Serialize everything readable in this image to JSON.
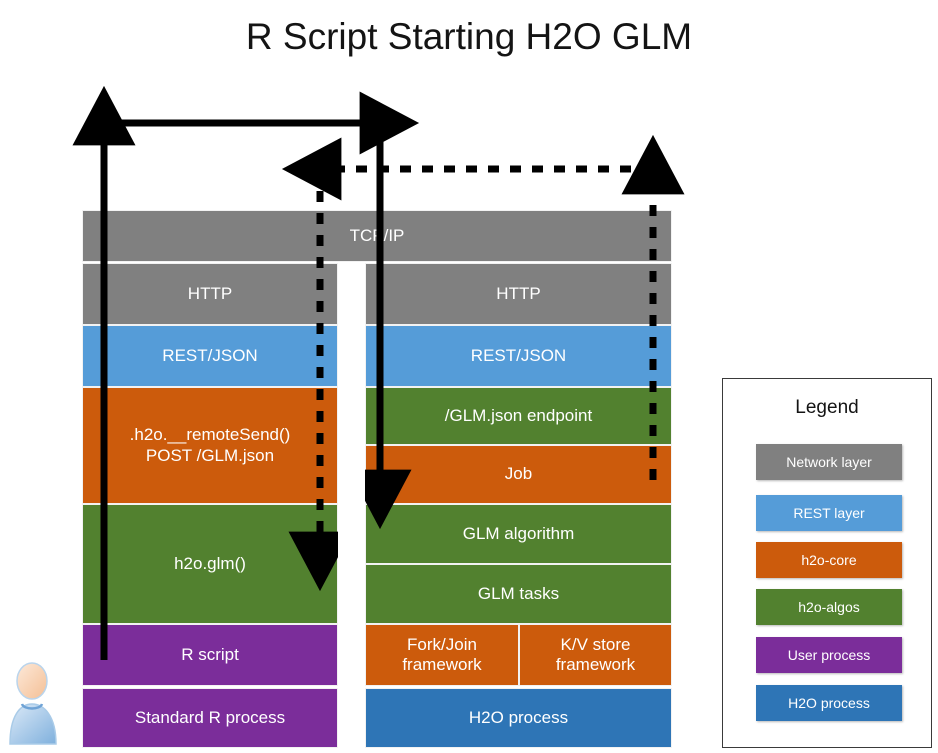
{
  "title": "R Script Starting H2O GLM",
  "left_stack": {
    "name": "Standard R process stack",
    "blocks": [
      {
        "label": "HTTP",
        "color": "#808080",
        "kind": "network-layer"
      },
      {
        "label": "REST/JSON",
        "color": "#559CD8",
        "kind": "rest-layer"
      },
      {
        "label": ".h2o.__remoteSend()\nPOST /GLM.json",
        "color": "#CC5B0C",
        "kind": "h2o-core"
      },
      {
        "label": "h2o.glm()",
        "color": "#52812F",
        "kind": "h2o-algos"
      },
      {
        "label": "R script",
        "color": "#7B2D9A",
        "kind": "user-process"
      },
      {
        "label": "Standard R process",
        "color": "#7B2D9A",
        "kind": "user-process"
      }
    ]
  },
  "right_stack": {
    "name": "H2O process stack",
    "blocks": [
      {
        "label": "HTTP",
        "color": "#808080",
        "kind": "network-layer"
      },
      {
        "label": "REST/JSON",
        "color": "#559CD8",
        "kind": "rest-layer"
      },
      {
        "label": "/GLM.json endpoint",
        "color": "#52812F",
        "kind": "h2o-algos"
      },
      {
        "label": "Job",
        "color": "#CC5B0C",
        "kind": "h2o-core"
      },
      {
        "label": "GLM algorithm",
        "color": "#52812F",
        "kind": "h2o-algos"
      },
      {
        "label": "GLM tasks",
        "color": "#52812F",
        "kind": "h2o-algos"
      },
      {
        "label": "Fork/Join\nframework",
        "color": "#CC5B0C",
        "kind": "h2o-core"
      },
      {
        "label": "K/V store\nframework",
        "color": "#CC5B0C",
        "kind": "h2o-core"
      },
      {
        "label": "H2O process",
        "color": "#2E75B6",
        "kind": "h2o-process"
      }
    ]
  },
  "shared": {
    "tcp_ip_label": "TCP/IP",
    "tcp_ip_color": "#808080"
  },
  "legend": {
    "title": "Legend",
    "items": [
      {
        "label": "Network layer",
        "color": "#808080"
      },
      {
        "label": "REST layer",
        "color": "#559CD8"
      },
      {
        "label": "h2o-core",
        "color": "#CC5B0C"
      },
      {
        "label": "h2o-algos",
        "color": "#52812F"
      },
      {
        "label": "User process",
        "color": "#7B2D9A"
      },
      {
        "label": "H2O process",
        "color": "#2E75B6"
      }
    ]
  },
  "arrows": {
    "request": {
      "style": "solid",
      "name": "request-flow-arrow"
    },
    "response": {
      "style": "dashed",
      "name": "response-flow-arrow"
    }
  },
  "avatar": {
    "name": "user-avatar"
  }
}
